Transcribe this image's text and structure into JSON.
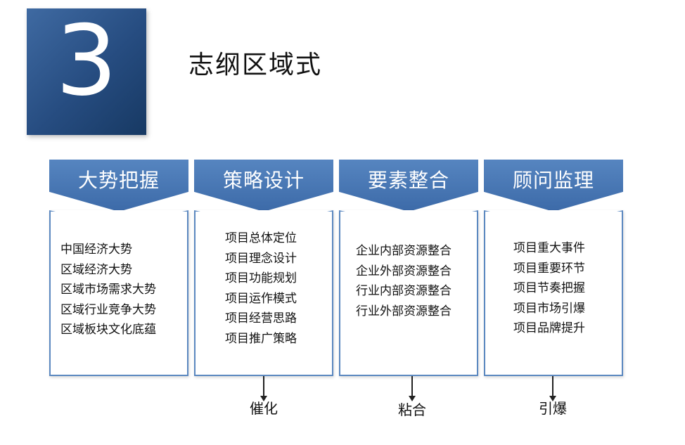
{
  "section_number": "3",
  "title": "志纲区域式",
  "columns": [
    {
      "header": "大势把握",
      "items": [
        "中国经济大势",
        "区域经济大势",
        "区域市场需求大势",
        "区域行业竞争大势",
        "区域板块文化底蕴"
      ]
    },
    {
      "header": "策略设计",
      "items": [
        "项目总体定位",
        "项目理念设计",
        "项目功能规划",
        "项目运作模式",
        "项目经营思路",
        "项目推广策略"
      ]
    },
    {
      "header": "要素整合",
      "items": [
        "企业内部资源整合",
        "企业外部资源整合",
        "行业内部资源整合",
        "行业外部资源整合"
      ]
    },
    {
      "header": "顾问监理",
      "items": [
        "项目重大事件",
        "项目重要环节",
        "项目节奏把握",
        "项目市场引爆",
        "项目品牌提升"
      ]
    }
  ],
  "connectors": [
    {
      "label": "催化"
    },
    {
      "label": "粘合"
    },
    {
      "label": "引爆"
    }
  ],
  "colors": {
    "header_blue": "#4a78b5",
    "border_blue": "#5b88c0",
    "number_box": "#264c80"
  }
}
